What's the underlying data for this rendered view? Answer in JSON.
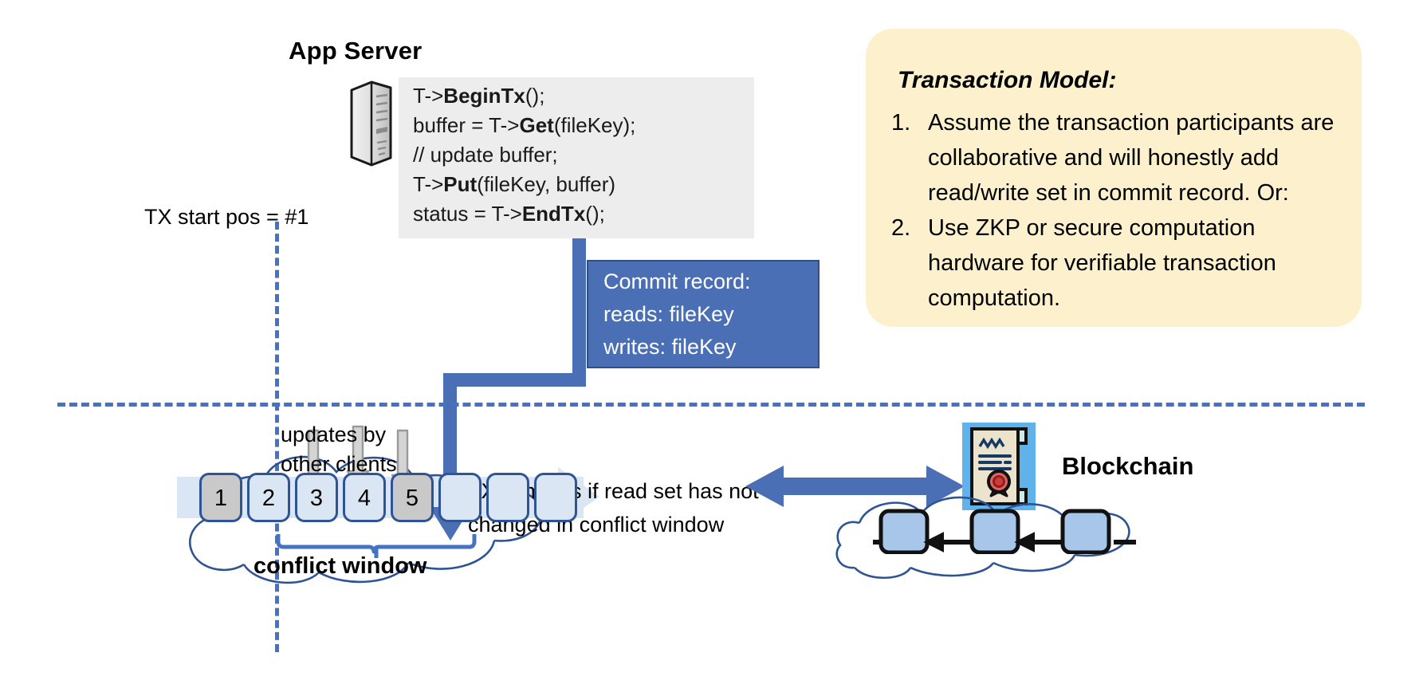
{
  "app_server": {
    "title": "App Server",
    "icon": "server-tower-icon",
    "code_lines": [
      {
        "pre": "T->",
        "bold": "BeginTx",
        "post": "();"
      },
      {
        "pre": "buffer = T->",
        "bold": "Get",
        "post": "(fileKey);"
      },
      {
        "pre": "// update buffer;",
        "bold": "",
        "post": ""
      },
      {
        "pre": "T->",
        "bold": "Put",
        "post": "(fileKey, buffer)"
      },
      {
        "pre": "status = T->",
        "bold": "EndTx",
        "post": "();"
      }
    ]
  },
  "tx_start": {
    "label": "TX start pos = #1"
  },
  "commit_record": {
    "title": "Commit record:",
    "reads": "reads: fileKey",
    "writes": "writes: fileKey",
    "bg_color": "#4a6fb5",
    "text_color": "#ffffff"
  },
  "transaction_model": {
    "title": "Transaction Model:",
    "bg_color": "#fcf0cd",
    "items": [
      {
        "num": "1.",
        "text": "Assume the transaction participants are collaborative and will honestly add read/write set in commit record.  Or:"
      },
      {
        "num": "2.",
        "text": "Use ZKP or secure computation hardware for verifiable transaction computation."
      }
    ]
  },
  "ledger": {
    "updates_label_line1": "updates by",
    "updates_label_line2": "other clients",
    "commits_label_line1": "TX commits if read set has not",
    "commits_label_line2": "changed in conflict window",
    "conflict_window_label": "conflict window",
    "cells": [
      {
        "label": "1",
        "state": "filled"
      },
      {
        "label": "2",
        "state": "empty"
      },
      {
        "label": "3",
        "state": "empty"
      },
      {
        "label": "4",
        "state": "empty"
      },
      {
        "label": "5",
        "state": "filled"
      },
      {
        "label": "",
        "state": "empty"
      },
      {
        "label": "",
        "state": "empty"
      },
      {
        "label": "",
        "state": "empty"
      }
    ],
    "cell_fill_color": "#c9c9c9",
    "cell_empty_color": "#dbe6f4",
    "cell_border_color": "#2e5496",
    "update_arrow_icon": "down-arrow-icon",
    "commit_arrow_icon": "commit-down-arrow-icon"
  },
  "blockchain": {
    "label": "Blockchain",
    "cert_icon": "certificate-icon",
    "sync_arrow_icon": "double-headed-arrow-icon",
    "block_icon": "chain-block-icon",
    "block_count": 3,
    "block_color": "#a8c6ea",
    "accent_color": "#4472c4"
  },
  "divider": {
    "color": "#4472c4",
    "style": "dashed"
  }
}
